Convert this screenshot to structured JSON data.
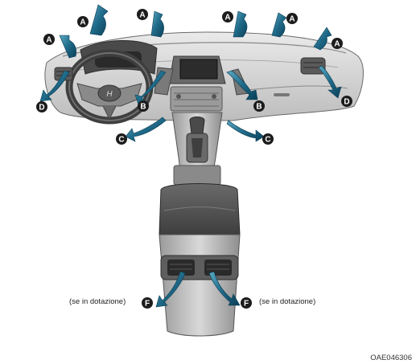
{
  "labels": {
    "A": "A",
    "B": "B",
    "C": "C",
    "D": "D",
    "F": "F"
  },
  "notes": {
    "left": "(se in dotazione)",
    "right": "(se in dotazione)"
  },
  "image_code": "OAE046306",
  "colors": {
    "arrow_top": "#4d9cb6",
    "arrow_mid": "#1f6a88",
    "arrow_bottom": "#0b3f58",
    "badge": "#1c1c1c",
    "badge_text": "#ffffff",
    "dash_light": "#d4d4d4",
    "dash_mid": "#a8a8a8",
    "dash_dark": "#5a5a5a"
  }
}
